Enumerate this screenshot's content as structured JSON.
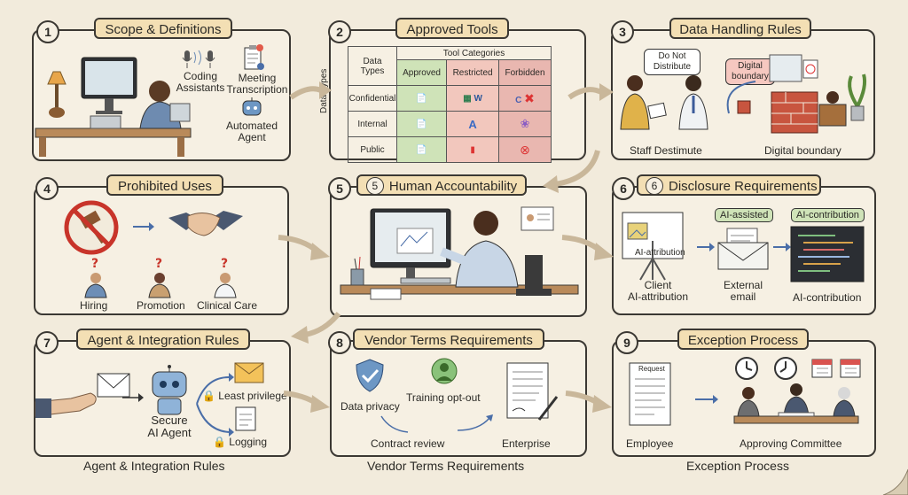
{
  "panels": {
    "p1": {
      "num": "1",
      "title": "Scope & Definitions",
      "labels": {
        "coding": "Coding\nAssistants",
        "meeting": "Meeting\nTranscription",
        "agent": "Automated\nAgent"
      }
    },
    "p2": {
      "num": "2",
      "title": "Approved Tools",
      "table": {
        "corner": "Data\nTypes",
        "group": "Tool Categories",
        "cols": [
          "Approved",
          "Restricted",
          "Forbidden"
        ],
        "rows": [
          "Confidential",
          "Internal",
          "Public"
        ],
        "axis": "Data Types"
      }
    },
    "p3": {
      "num": "3",
      "title": "Data Handling Rules",
      "bubble": "Do Not\nDistribute",
      "boundary_sign": "Digital\nboundary",
      "cap_left": "Staff Destimute",
      "cap_right": "Digital boundary"
    },
    "p4": {
      "num": "4",
      "title": "Prohibited Uses",
      "labels": {
        "hiring": "Hiring",
        "promotion": "Promotion",
        "clinical": "Clinical Care"
      }
    },
    "p5": {
      "num": "5",
      "title": "Human Accountability"
    },
    "p6": {
      "num": "6",
      "title": "Disclosure Requirements",
      "pill_assisted": "AI-assisted",
      "pill_contribution": "AI-contribution",
      "screen_label": "AI-attribution",
      "labels": {
        "client": "Client\nAI-attribution",
        "email": "External\nemail",
        "contribution": "AI-contribution"
      }
    },
    "p7": {
      "num": "7",
      "title": "Agent & Integration Rules",
      "labels": {
        "agent": "Secure\nAI Agent",
        "least": "Least privilege",
        "logging": "Logging"
      },
      "caption": "Agent & Integration Rules"
    },
    "p8": {
      "num": "8",
      "title": "Vendor Terms Requirements",
      "labels": {
        "privacy": "Data privacy",
        "optout": "Training opt-out",
        "contract": "Contract review",
        "enterprise": "Enterprise"
      },
      "caption": "Vendor Terms Requirements"
    },
    "p9": {
      "num": "9",
      "title": "Exception Process",
      "request": "Request",
      "labels": {
        "employee": "Employee",
        "committee": "Approving Committee"
      },
      "caption": "Exception Process"
    }
  },
  "colors": {
    "border": "#3b3833",
    "tag": "#f3dfb4",
    "approved": "#cfe3b8",
    "restricted": "#f2c7bd",
    "forbidden": "#e9b7b0",
    "arrow": "#c9b79a"
  }
}
